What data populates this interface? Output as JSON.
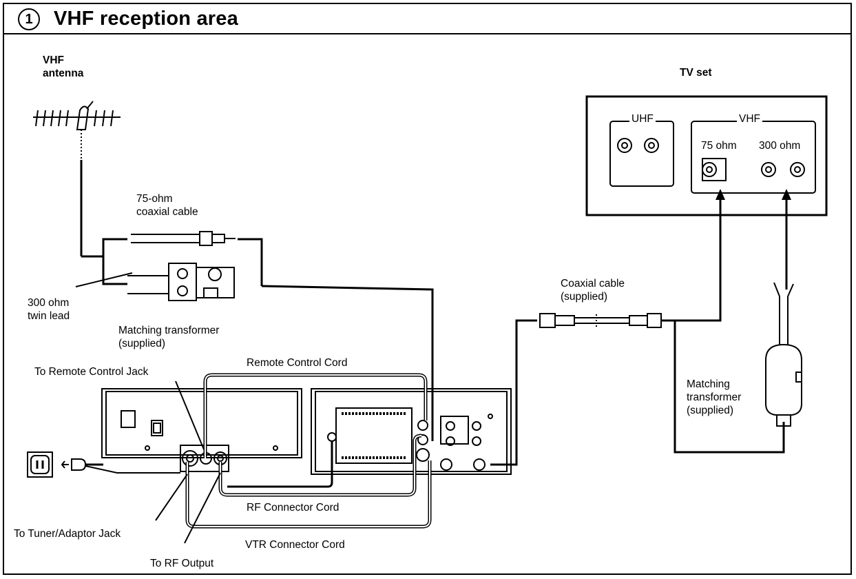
{
  "title": {
    "number": "1",
    "text": "VHF reception area"
  },
  "labels": {
    "vhf_antenna": [
      "VHF",
      "antenna"
    ],
    "tv_set": "TV set",
    "uhf": "UHF",
    "vhf": "VHF",
    "ohm75_panel": "75 ohm",
    "ohm300_panel": "300 ohm",
    "coax75": [
      "75-ohm",
      "coaxial cable"
    ],
    "twin_lead": [
      "300 ohm",
      "twin lead"
    ],
    "matching_transformer_1": [
      "Matching transformer",
      "(supplied)"
    ],
    "coax_cable": [
      "Coaxial cable",
      "(supplied)"
    ],
    "matching_transformer_2": [
      "Matching",
      "transformer",
      "(supplied)"
    ],
    "remote_control_jack": "To Remote Control Jack",
    "remote_control_cord": "Remote Control Cord",
    "rf_connector_cord": "RF Connector Cord",
    "tuner_adaptor_jack": "To Tuner/Adaptor Jack",
    "vtr_connector_cord": "VTR Connector Cord",
    "rf_output": "To RF Output"
  },
  "colors": {
    "line": "#000000",
    "background": "#ffffff"
  }
}
